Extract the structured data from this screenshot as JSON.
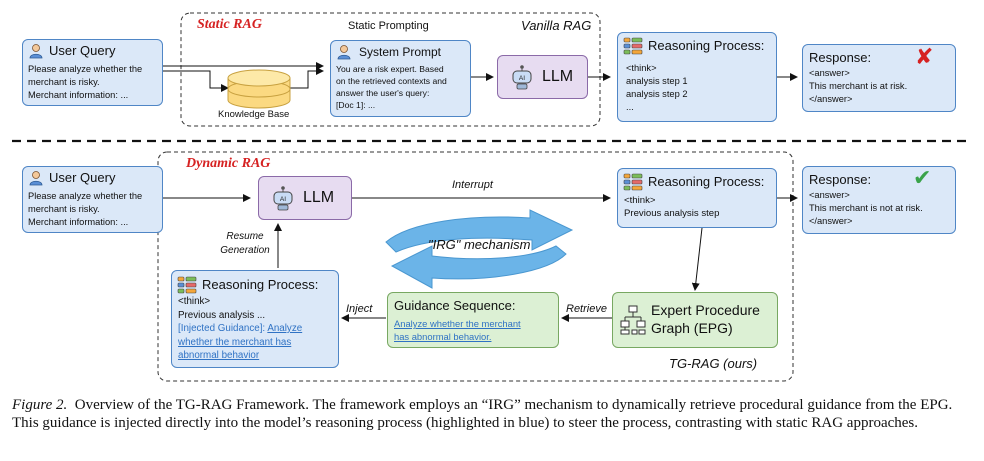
{
  "top": {
    "section_label": "Static RAG",
    "static_prompting_label": "Static Prompting",
    "vanilla_rag_label": "Vanilla RAG",
    "user_query": {
      "title": "User Query",
      "lines": [
        "Please analyze whether the",
        "merchant is risky.",
        "Merchant information: ..."
      ]
    },
    "knowledge_base_label": "Knowledge Base",
    "system_prompt": {
      "title": "System Prompt",
      "lines": [
        "You are a risk expert. Based",
        "on the retrieved contexts and",
        "answer the user's query:",
        "[Doc 1]: ..."
      ]
    },
    "llm_label": "LLM",
    "reasoning": {
      "title": "Reasoning Process:",
      "lines": [
        "<think>",
        "analysis step 1",
        "analysis step 2",
        "..."
      ]
    },
    "response": {
      "title": "Response:",
      "lines": [
        "<answer>",
        "This merchant is at risk.",
        "</answer>"
      ],
      "mark": "✘"
    }
  },
  "bottom": {
    "section_label": "Dynamic RAG",
    "user_query": {
      "title": "User Query",
      "lines": [
        "Please analyze whether the",
        "merchant is risky.",
        "Merchant information: ..."
      ]
    },
    "llm_label": "LLM",
    "interrupt_label": "Interrupt",
    "resume_label_1": "Resume",
    "resume_label_2": "Generation",
    "irg_label": "\"IRG\" mechanism",
    "reasoning_top": {
      "title": "Reasoning Process:",
      "lines": [
        "<think>",
        "Previous analysis step"
      ]
    },
    "response": {
      "title": "Response:",
      "lines": [
        "<answer>",
        "This merchant is not at risk.",
        "</answer>"
      ],
      "mark": "✔"
    },
    "epg": {
      "title_1": "Expert Procedure",
      "title_2": "Graph (EPG)"
    },
    "retrieve_label": "Retrieve",
    "guidance": {
      "title": "Guidance Sequence:",
      "link_1": "Analyze whether the merchant",
      "link_2": "has abnormal behavior."
    },
    "inject_label": "Inject",
    "reasoning_left": {
      "title": "Reasoning Process:",
      "line_1": "<think>",
      "line_2": "Previous analysis ...",
      "injected_prefix": "[Injected Guidance]:",
      "injected_1": "Analyze",
      "injected_2": "whether the merchant has",
      "injected_3": "abnormal behavior"
    },
    "tg_rag_label": "TG-RAG (ours)"
  },
  "caption": {
    "prefix": "Figure 2.",
    "text": "Overview of the TG-RAG Framework. The framework employs an “IRG” mechanism to dynamically retrieve procedural guidance from the EPG. This guidance is injected directly into the model’s reasoning process (highlighted in blue) to steer the process, contrasting with static RAG approaches."
  },
  "colors": {
    "box_blue": "#dbe8f8",
    "box_purple": "#e7dcf1",
    "box_green": "#dcf0d4",
    "accent_red": "#d62222",
    "accent_green": "#3aa34a",
    "link_blue": "#2f72c4",
    "irg_arrow": "#6bb4e8"
  }
}
